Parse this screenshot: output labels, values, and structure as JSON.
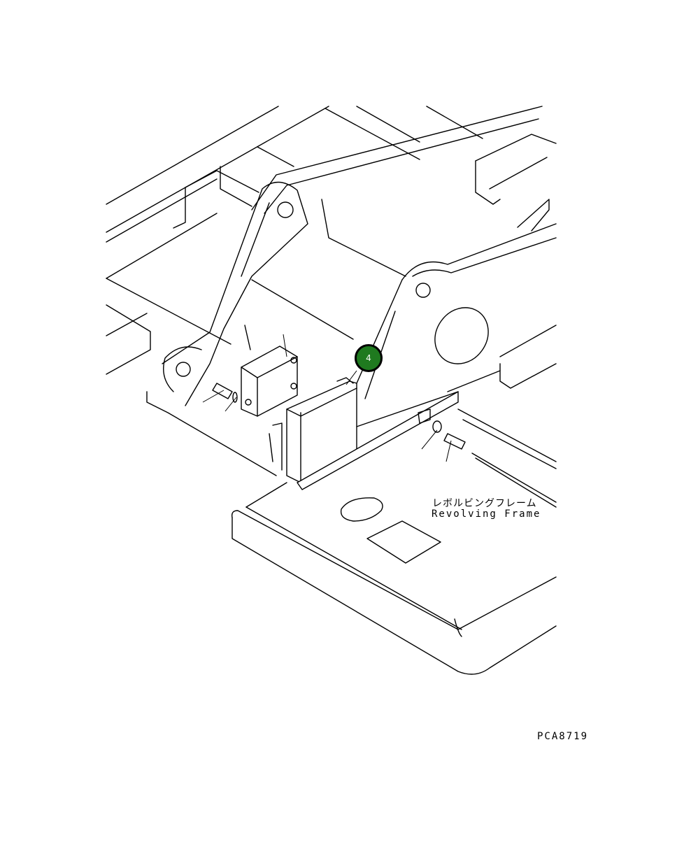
{
  "callout": {
    "number": "4",
    "color": "#1f7a1f"
  },
  "labels": {
    "frame_jp": "レボルビングフレーム",
    "frame_en": "Revolving Frame",
    "drawing_code": "PCA8719"
  }
}
